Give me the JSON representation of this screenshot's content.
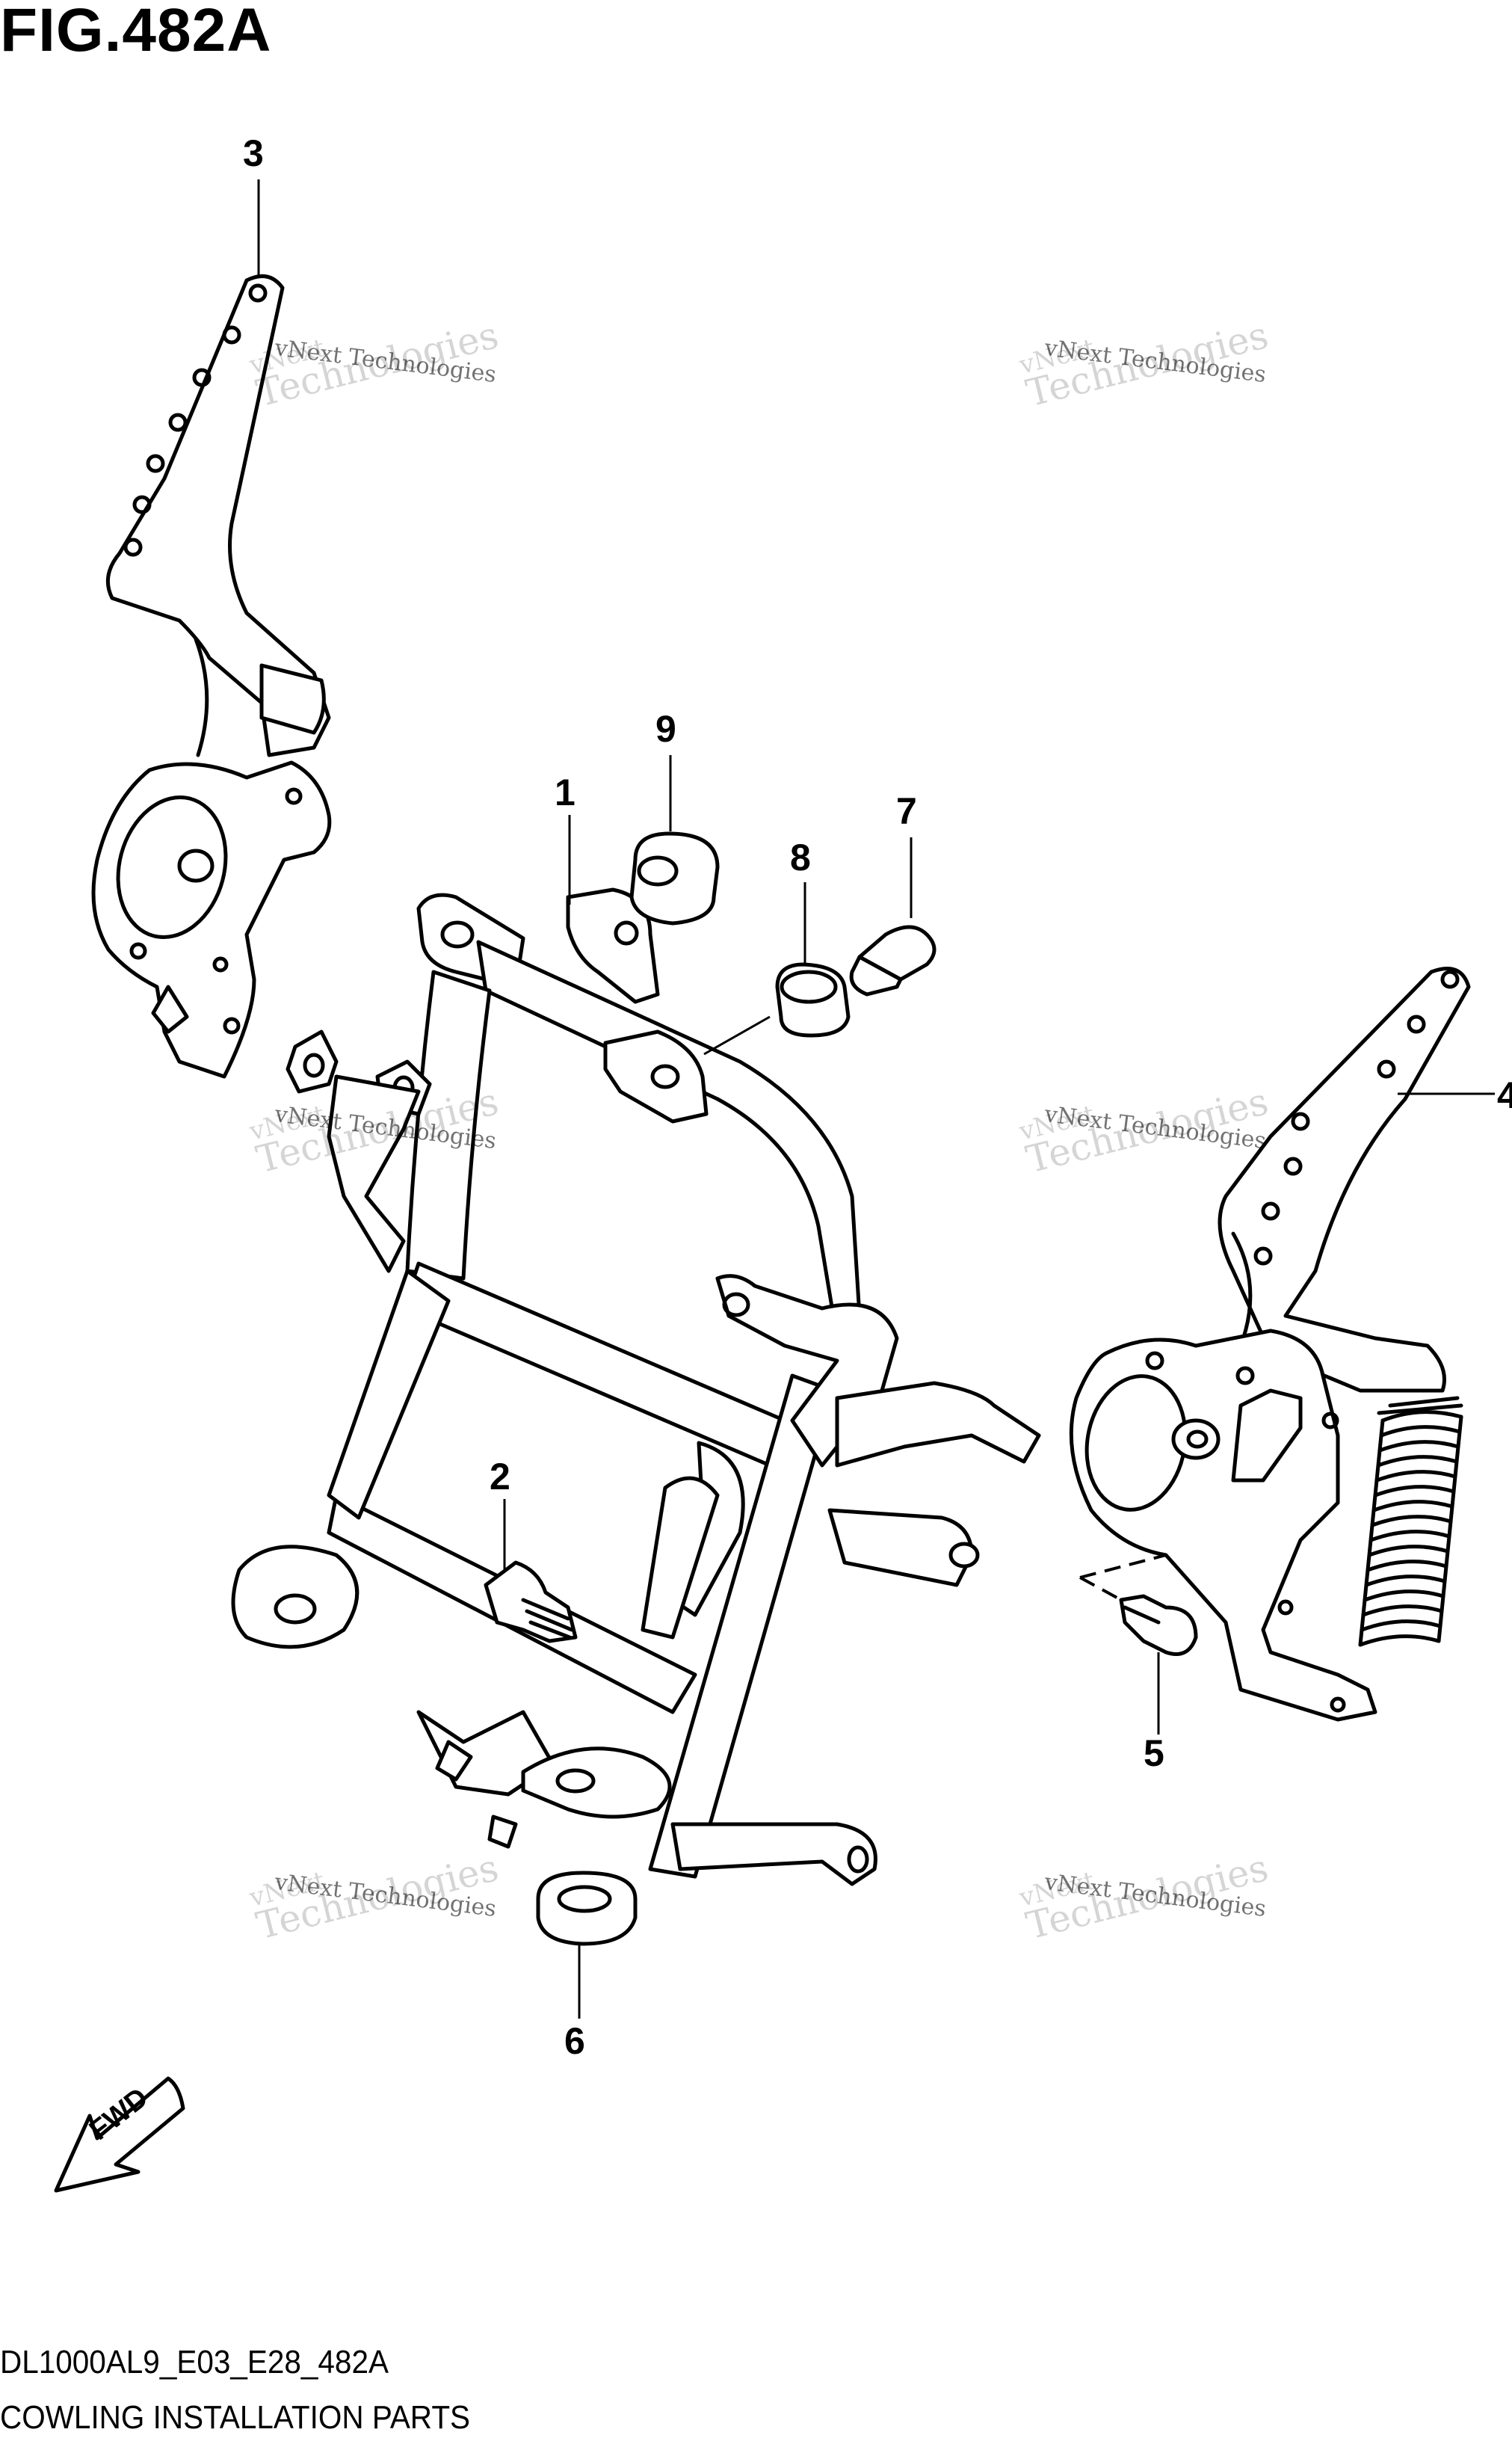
{
  "figure": {
    "title": "FIG.482A",
    "model_code": "DL1000AL9_E03_E28_482A",
    "section_name": "COWLING INSTALLATION PARTS",
    "direction_label": "FWD"
  },
  "callouts": [
    {
      "id": "1",
      "label": "1"
    },
    {
      "id": "2",
      "label": "2"
    },
    {
      "id": "3",
      "label": "3"
    },
    {
      "id": "4",
      "label": "4"
    },
    {
      "id": "5",
      "label": "5"
    },
    {
      "id": "6",
      "label": "6"
    },
    {
      "id": "7",
      "label": "7"
    },
    {
      "id": "8",
      "label": "8"
    },
    {
      "id": "9",
      "label": "9"
    }
  ],
  "watermark": {
    "line1": "vNext Technologies",
    "line2": "vNext",
    "line3": "Technologies"
  }
}
